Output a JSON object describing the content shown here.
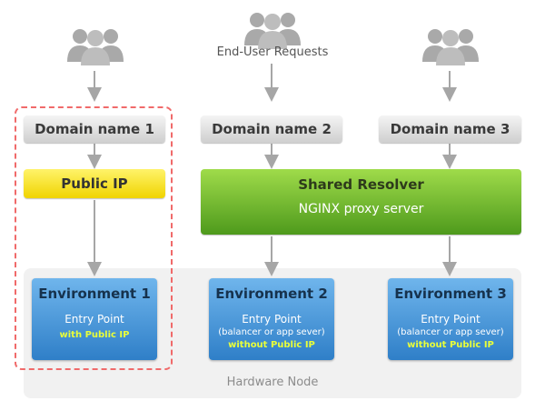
{
  "labels": {
    "requests": "End-User Requests",
    "domain_1": "Domain name 1",
    "domain_2": "Domain name 2",
    "domain_3": "Domain name 3",
    "public_ip": "Public IP",
    "resolver_title": "Shared Resolver",
    "resolver_subtitle": "NGINX proxy server",
    "hardware_node": "Hardware Node"
  },
  "environments": [
    {
      "title": "Environment 1",
      "entry": "Entry Point",
      "note": "",
      "ip": "with Public IP"
    },
    {
      "title": "Environment 2",
      "entry": "Entry Point",
      "note": "(balancer or app sever)",
      "ip": "without Public IP"
    },
    {
      "title": "Environment 3",
      "entry": "Entry Point",
      "note": "(balancer or app sever)",
      "ip": "without Public IP"
    }
  ],
  "icons": [
    "users-icon",
    "users-icon",
    "users-icon"
  ],
  "colors": {
    "public_ip": "#f0d400",
    "resolver": "#6fbf2a",
    "environment": "#3c8fd6",
    "dashed_border": "#f06a6a",
    "domain": "#d8d8d8"
  }
}
